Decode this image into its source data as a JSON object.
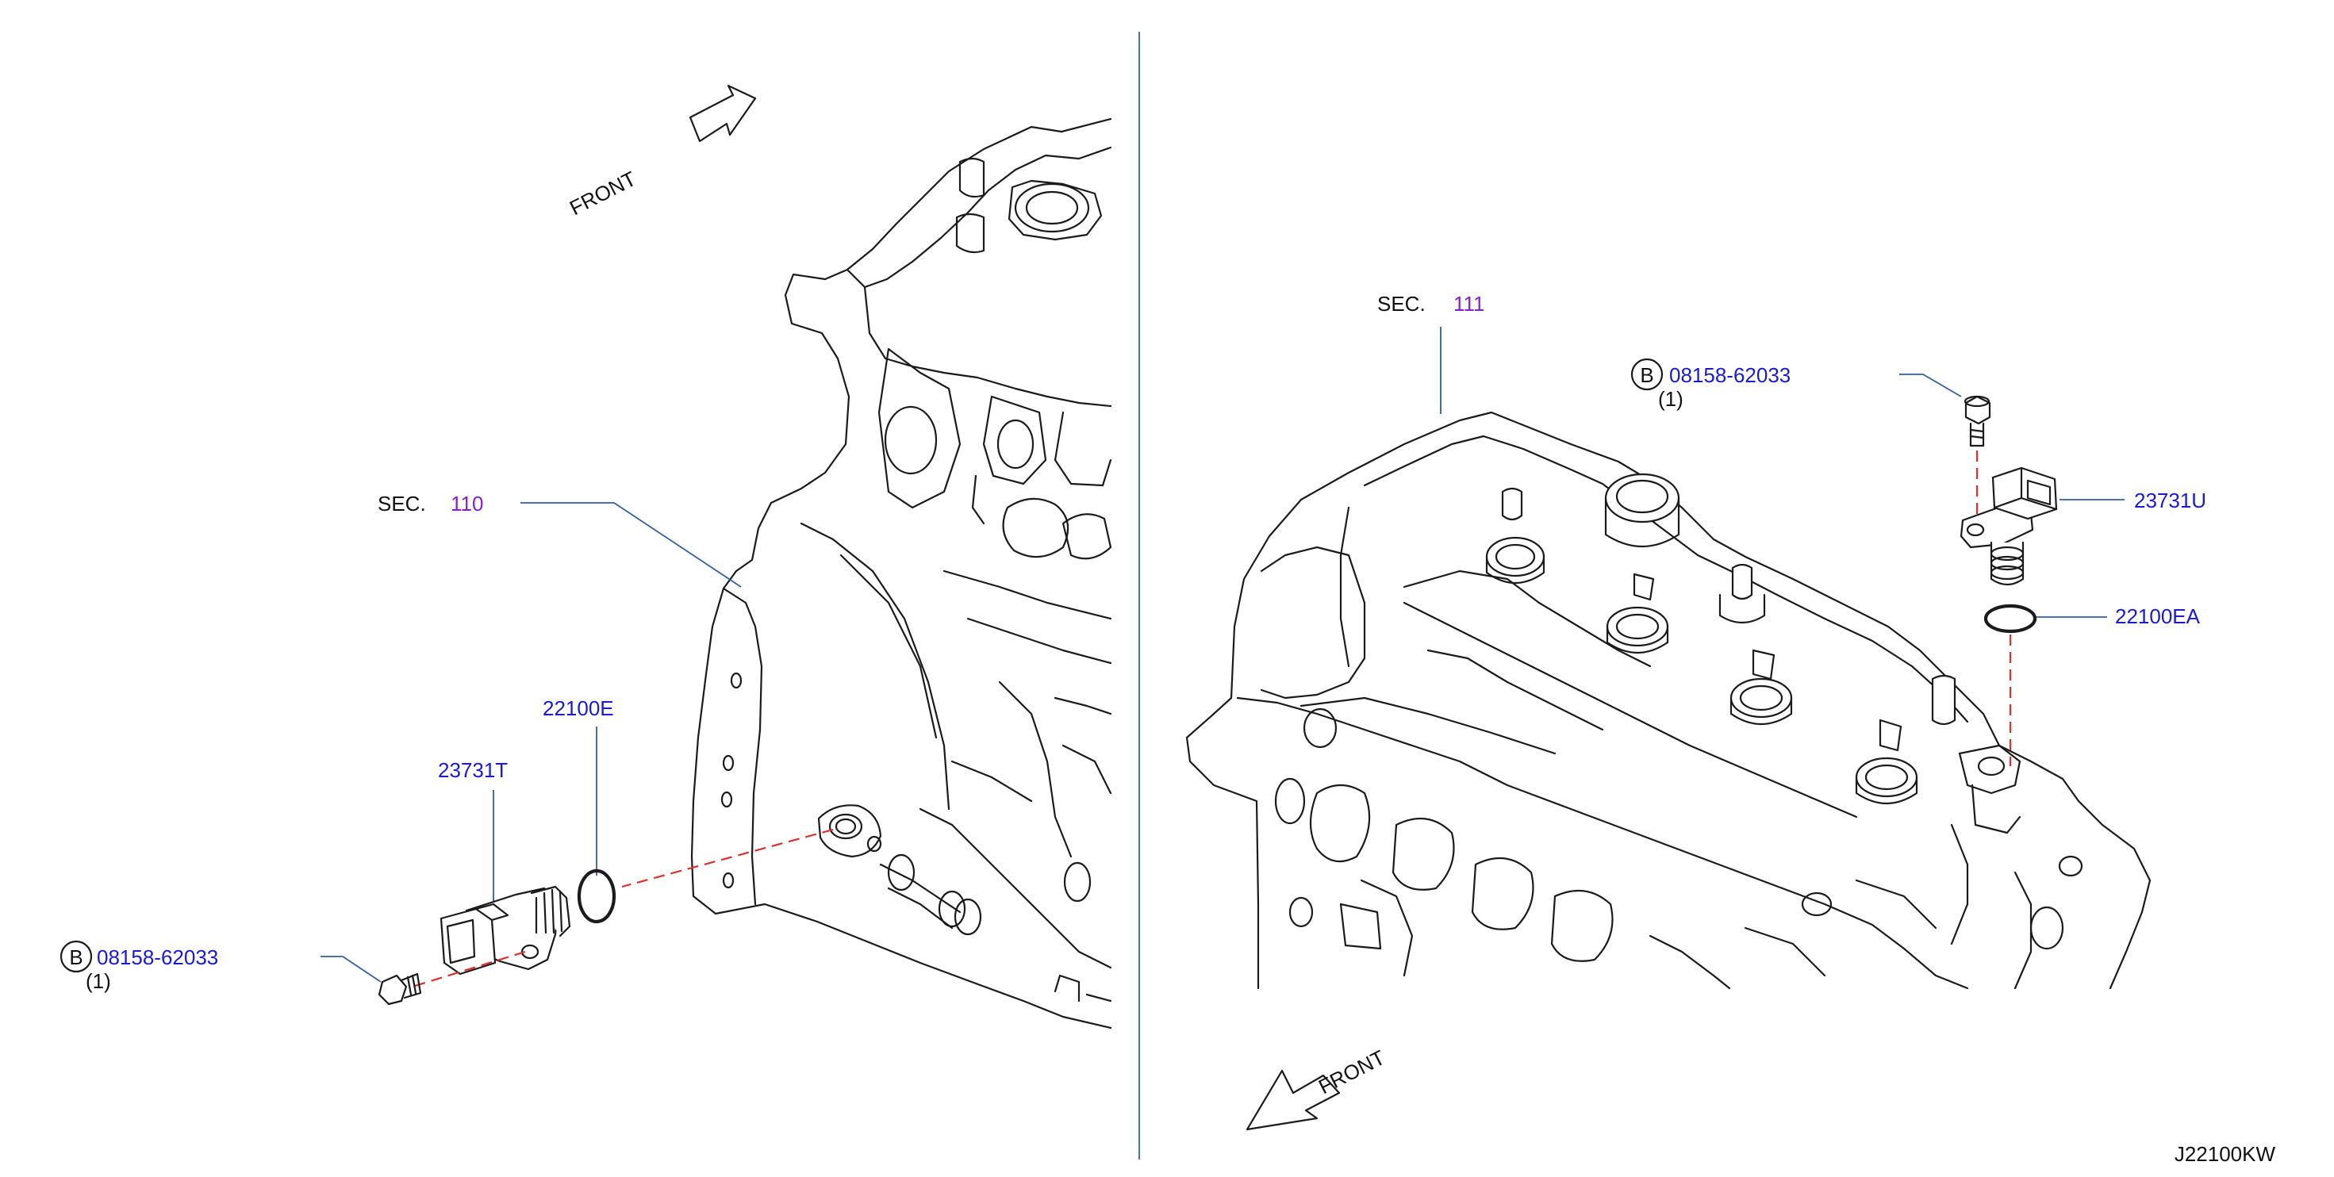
{
  "left_view": {
    "front_label": "FRONT",
    "sec_prefix": "SEC.",
    "sec_number": "110",
    "parts": {
      "sensor": "23731T",
      "oring": "22100E",
      "bolt_badge": "B",
      "bolt": "08158-62033",
      "bolt_qty": "(1)"
    }
  },
  "right_view": {
    "front_label": "FRONT",
    "sec_prefix": "SEC.",
    "sec_number": "111",
    "parts": {
      "sensor": "23731U",
      "oring": "22100EA",
      "bolt_badge": "B",
      "bolt": "08158-62033",
      "bolt_qty": "(1)"
    }
  },
  "diagram_code": "J22100KW",
  "colors": {
    "part_number": "#1a1ad6",
    "section_number": "#8b1fd0",
    "leader_line": "#2e5fa8",
    "phantom_line": "#e0302a",
    "outline": "#1b1b1b"
  }
}
